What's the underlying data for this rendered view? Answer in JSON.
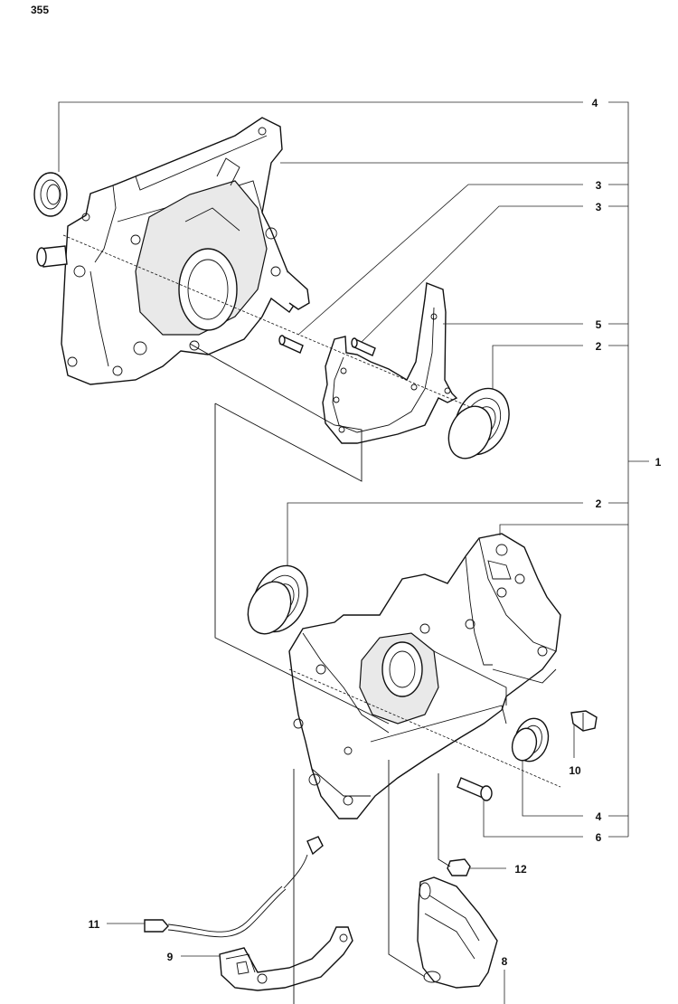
{
  "page_number": "355",
  "callouts": [
    {
      "id": "c4a",
      "label": "4"
    },
    {
      "id": "c3a",
      "label": "3"
    },
    {
      "id": "c3b",
      "label": "3"
    },
    {
      "id": "c5",
      "label": "5"
    },
    {
      "id": "c2a",
      "label": "2"
    },
    {
      "id": "c1",
      "label": "1"
    },
    {
      "id": "c2b",
      "label": "2"
    },
    {
      "id": "c10",
      "label": "10"
    },
    {
      "id": "c4b",
      "label": "4"
    },
    {
      "id": "c6",
      "label": "6"
    },
    {
      "id": "c12",
      "label": "12"
    },
    {
      "id": "c11",
      "label": "11"
    },
    {
      "id": "c9",
      "label": "9"
    },
    {
      "id": "c8",
      "label": "8"
    }
  ],
  "colors": {
    "line": "#222222",
    "background": "#ffffff",
    "shade": "#e9e9e9"
  }
}
